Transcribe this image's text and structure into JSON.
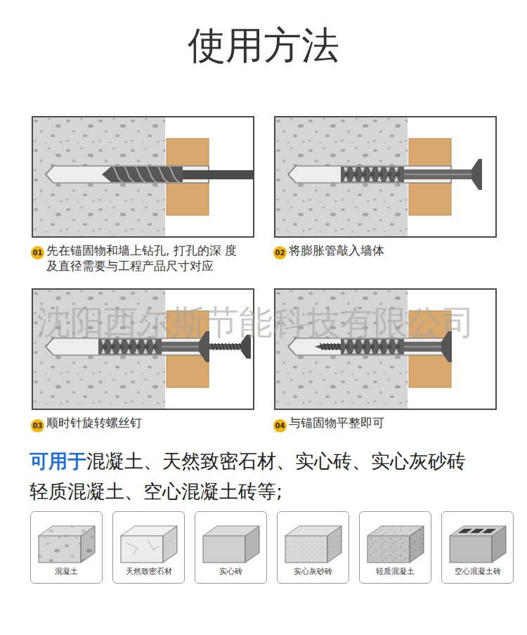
{
  "diagram": {
    "title": "使用方法",
    "nodes": [
      {
        "text": [
          "先在锚固物和墙上钻孔, 打孔的深 度及直径需要与工程产品尺寸对应"
        ]
      },
      {
        "text": [
          "将膨胀管敲入墙体"
        ]
      },
      {
        "text": [
          "顺时针旋转螺丝钉"
        ]
      },
      {
        "text": [
          "与锚固物平整即可"
        ]
      },
      {
        "text": [
          "混凝土"
        ]
      },
      {
        "text": [
          "天然致密石材"
        ]
      },
      {
        "text": [
          "实心砖"
        ]
      },
      {
        "text": [
          "实心灰砂砖"
        ]
      },
      {
        "text": [
          "轻质混凝土"
        ]
      },
      {
        "text": [
          "空心混凝土砖"
        ]
      }
    ],
    "labels": [
      "01",
      "02",
      "03",
      "04",
      "可用于",
      "混凝土、天然致密石材、实心砖、实心灰砂砖 轻质混凝土、空心混凝土砖等;",
      "沈阳西尔斯节能科技有限公司"
    ]
  }
}
